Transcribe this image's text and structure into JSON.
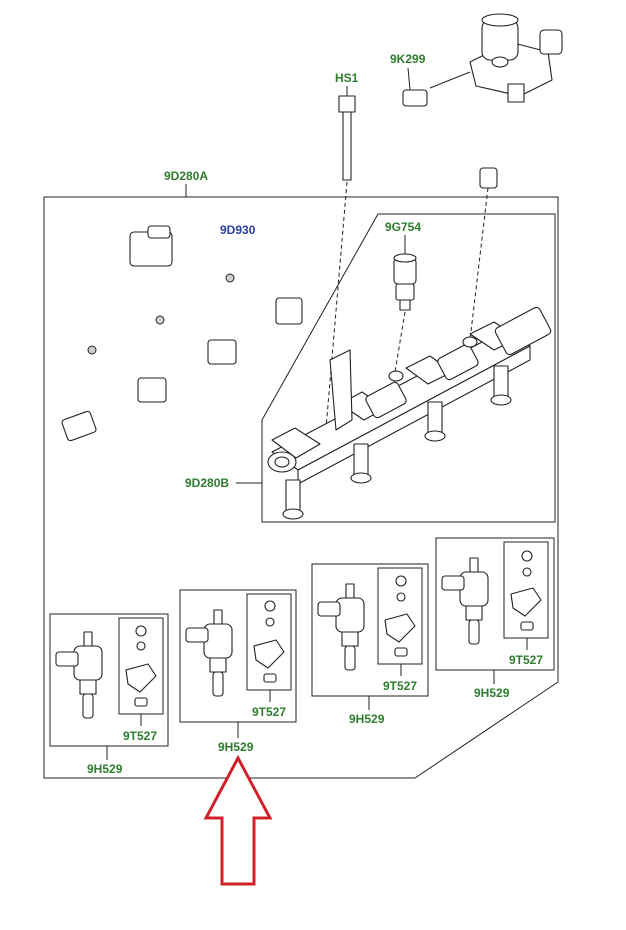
{
  "labels": {
    "hs1": "HS1",
    "k299": "9K299",
    "d280a": "9D280A",
    "d930": "9D930",
    "g754": "9G754",
    "d280b": "9D280B",
    "t527_a": "9T527",
    "t527_b": "9T527",
    "t527_c": "9T527",
    "t527_d": "9T527",
    "h529_a": "9H529",
    "h529_b": "9H529",
    "h529_c": "9H529",
    "h529_d": "9H529"
  },
  "colors": {
    "label_green": "#2e7d2e",
    "label_blue": "#2b3f9e",
    "arrow_red": "#d0202a",
    "line": "#222222"
  }
}
